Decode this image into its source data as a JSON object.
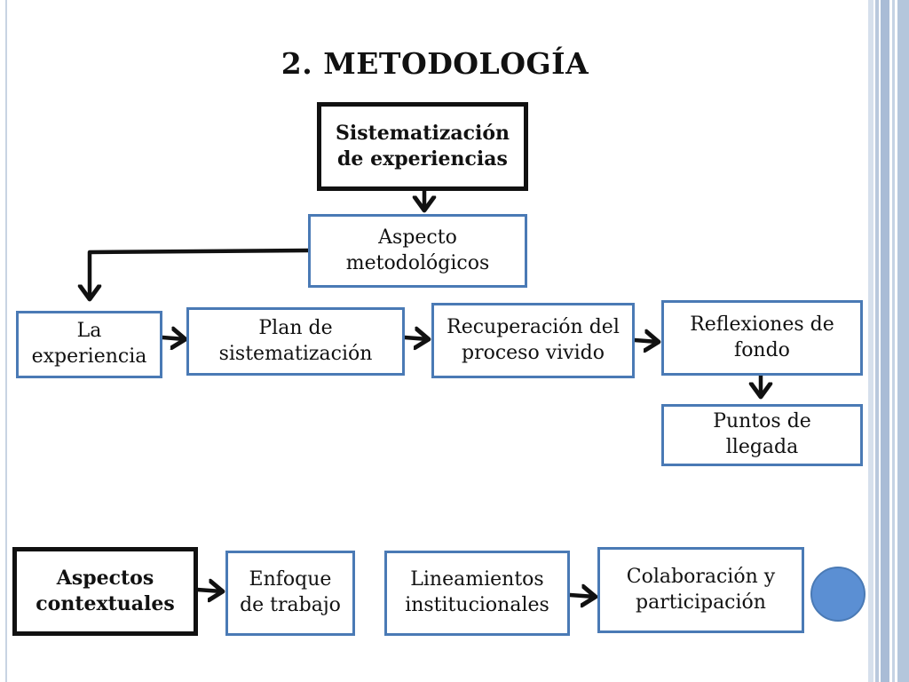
{
  "slide": {
    "title": "2. METODOLOGÍA",
    "accent_color": "#4a7ab5",
    "dot_color": "#5b8fd3"
  },
  "diagram": {
    "root": {
      "line1": "Sistematización",
      "line2": "de experiencias"
    },
    "aspecto": {
      "line1": "Aspecto",
      "line2": "metodológicos"
    },
    "experiencia": {
      "line1": "La",
      "line2": "experiencia"
    },
    "plan": {
      "line1": "Plan de",
      "line2": "sistematización"
    },
    "recuperacion": {
      "line1": "Recuperación del",
      "line2": "proceso vivido"
    },
    "reflexiones": {
      "line1": "Reflexiones de",
      "line2": "fondo"
    },
    "puntos": {
      "line1": "Puntos de",
      "line2": "llegada"
    },
    "contextuales": {
      "line1": "Aspectos",
      "line2": "contextuales"
    },
    "enfoque": {
      "line1": "Enfoque",
      "line2": "de trabajo"
    },
    "lineamientos": {
      "line1": "Lineamientos",
      "line2": "institucionales"
    },
    "colaboracion": {
      "line1": "Colaboración y",
      "line2": "participación"
    }
  }
}
